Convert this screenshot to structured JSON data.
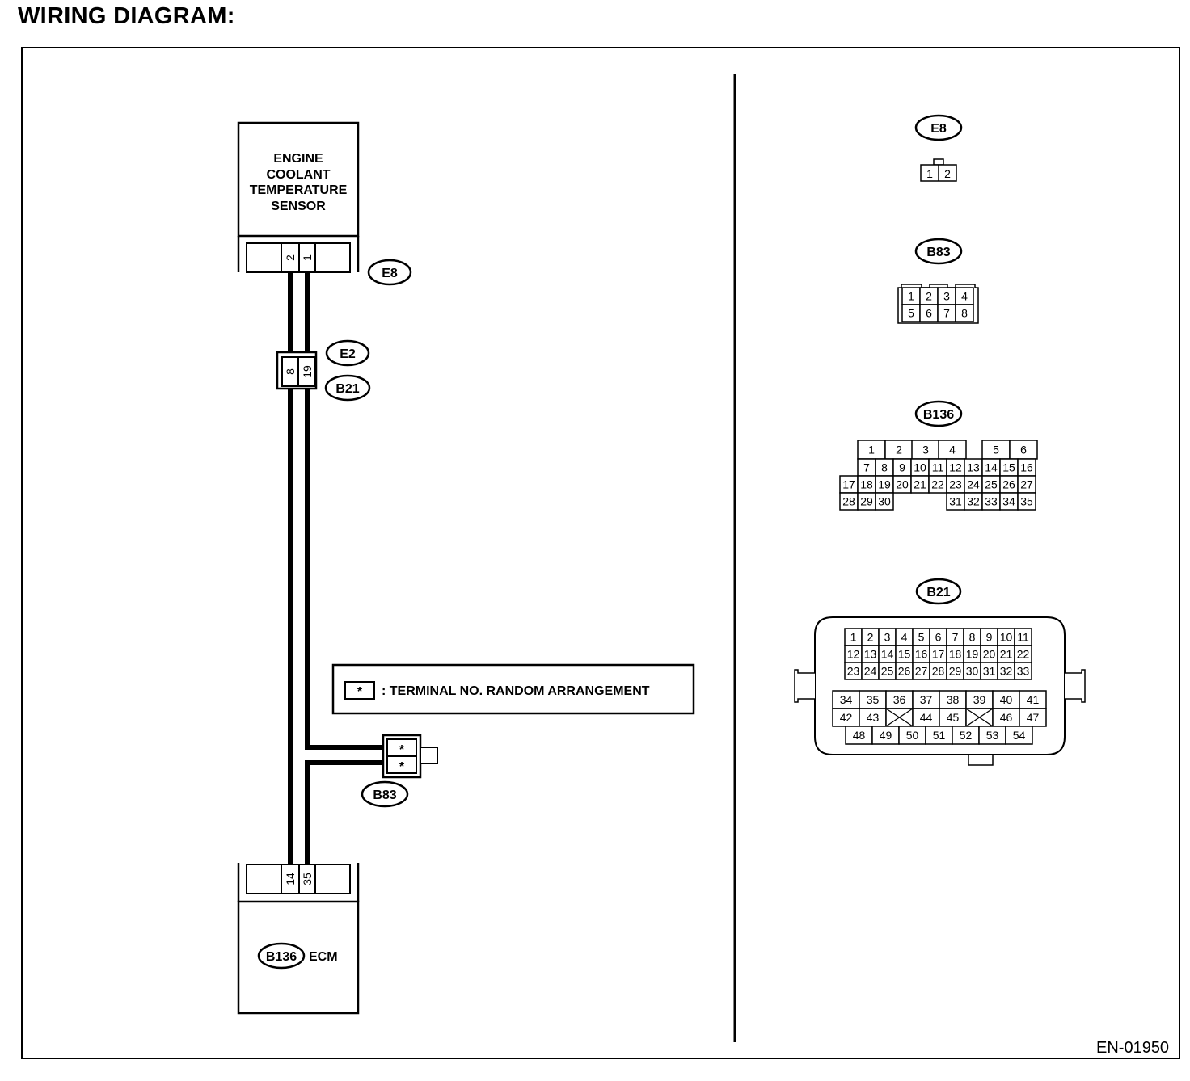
{
  "header": {
    "title": "WIRING DIAGRAM:"
  },
  "footer": {
    "code": "EN-01950"
  },
  "sensor": {
    "label_lines": [
      "ENGINE",
      "COOLANT",
      "TEMPERATURE",
      "SENSOR"
    ],
    "connector": "E8",
    "terminals": [
      "2",
      "1"
    ]
  },
  "joint": {
    "top_connector": "E2",
    "bottom_connector": "B21",
    "terminals": [
      "8",
      "19"
    ]
  },
  "b83": {
    "connector": "B83",
    "terminals": [
      "*",
      "*"
    ]
  },
  "ecm": {
    "connector": "B136",
    "label": "ECM",
    "terminals": [
      "14",
      "35"
    ]
  },
  "legend": {
    "symbol": "*",
    "text": ": TERMINAL NO. RANDOM ARRANGEMENT"
  },
  "connector_views": {
    "e8": {
      "name": "E8",
      "pins": [
        "1",
        "2"
      ]
    },
    "b83": {
      "name": "B83",
      "rows": [
        [
          "1",
          "2",
          "3",
          "4"
        ],
        [
          "5",
          "6",
          "7",
          "8"
        ]
      ]
    },
    "b136": {
      "name": "B136",
      "rows": [
        [
          "1",
          "2",
          "3",
          "4",
          "5",
          "6"
        ],
        [
          "7",
          "8",
          "9",
          "10",
          "11",
          "12",
          "13",
          "14",
          "15",
          "16"
        ],
        [
          "17",
          "18",
          "19",
          "20",
          "21",
          "22",
          "23",
          "24",
          "25",
          "26",
          "27"
        ],
        [
          "28",
          "29",
          "30",
          "31",
          "32",
          "33",
          "34",
          "35"
        ]
      ]
    },
    "b21": {
      "name": "B21",
      "rows": [
        [
          "1",
          "2",
          "3",
          "4",
          "5",
          "6",
          "7",
          "8",
          "9",
          "10",
          "11"
        ],
        [
          "12",
          "13",
          "14",
          "15",
          "16",
          "17",
          "18",
          "19",
          "20",
          "21",
          "22"
        ],
        [
          "23",
          "24",
          "25",
          "26",
          "27",
          "28",
          "29",
          "30",
          "31",
          "32",
          "33"
        ],
        [
          "34",
          "35",
          "36",
          "37",
          "38",
          "39",
          "40",
          "41"
        ],
        [
          "42",
          "43",
          "44",
          "45",
          "46",
          "47"
        ],
        [
          "48",
          "49",
          "50",
          "51",
          "52",
          "53",
          "54"
        ]
      ]
    }
  }
}
